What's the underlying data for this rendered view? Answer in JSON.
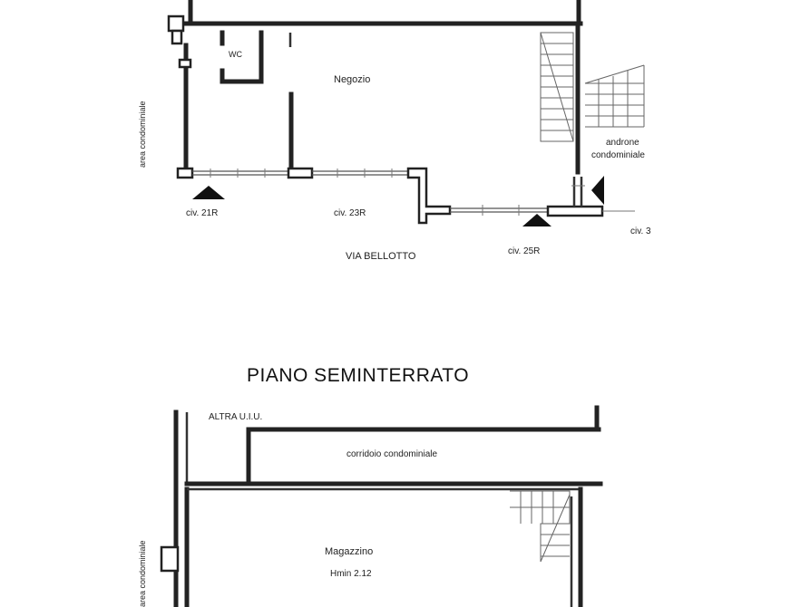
{
  "ground_floor": {
    "labels": {
      "shop": "Negozio",
      "wc": "WC",
      "side_area": "area condominiale",
      "hall": [
        "androne",
        "condominiale"
      ],
      "civ_21r": "civ. 21R",
      "civ_23r": "civ. 23R",
      "civ_25r": "civ. 25R",
      "civ_3": "civ. 3",
      "street": "VIA BELLOTTO"
    }
  },
  "basement": {
    "title": "PIANO SEMINTERRATO",
    "labels": {
      "other_unit": "ALTRA U.I.U.",
      "corridor": "corridoio condominiale",
      "storage": "Magazzino",
      "height": "Hmin 2.12",
      "side_area": "area condominiale"
    }
  }
}
